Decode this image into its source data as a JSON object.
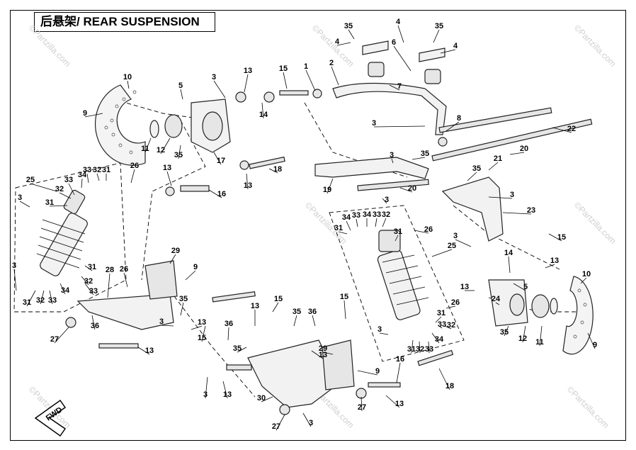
{
  "title": "后悬架/ REAR SUSPENSION",
  "watermark": "©Partzilla.com",
  "fwd_label": "FWD",
  "callouts": [
    "1",
    "2",
    "3",
    "4",
    "5",
    "6",
    "7",
    "8",
    "9",
    "10",
    "11",
    "12",
    "13",
    "14",
    "15",
    "16",
    "17",
    "18",
    "19",
    "20",
    "21",
    "22",
    "23",
    "24",
    "25",
    "26",
    "27",
    "28",
    "29",
    "30",
    "31",
    "32",
    "33",
    "34",
    "35",
    "36"
  ]
}
